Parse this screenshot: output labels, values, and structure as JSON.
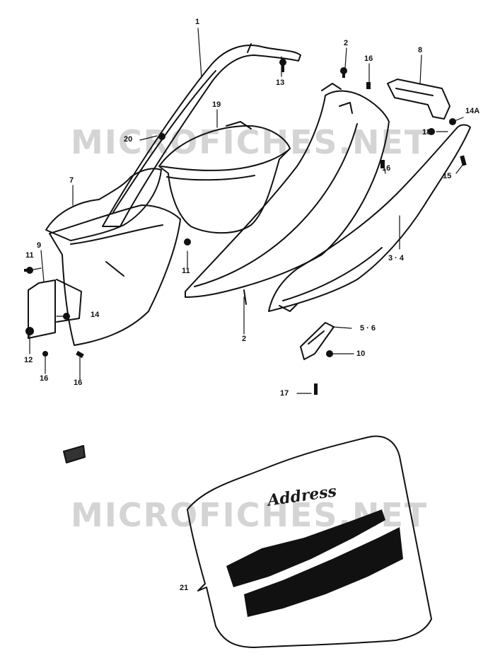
{
  "watermark": "MICROFICHES.NET",
  "decal_text": "Address",
  "labels": {
    "l1": "1",
    "l2a": "2",
    "l2b": "2",
    "l3": "3 · 4",
    "l5": "5 · 6",
    "l7": "7",
    "l8": "8",
    "l9": "9",
    "l10": "10",
    "l11a": "11",
    "l11b": "11",
    "l12": "12",
    "l13": "13",
    "l14": "14",
    "l14a": "14A",
    "l15": "15",
    "l16a": "16",
    "l16b": "16",
    "l16c": "16",
    "l16d": "16",
    "l17": "17",
    "l18": "18",
    "l19": "19",
    "l20": "20",
    "l21": "21"
  }
}
